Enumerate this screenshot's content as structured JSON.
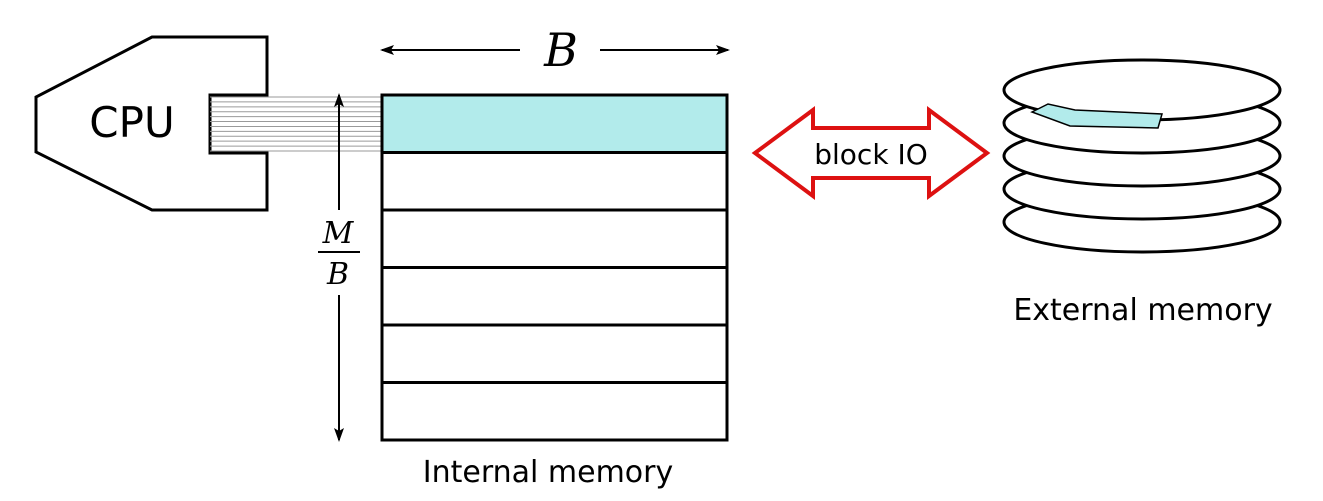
{
  "cpu": {
    "label": "CPU"
  },
  "internal_memory": {
    "label": "Internal memory",
    "block_count": 6,
    "highlighted_block": 1,
    "width_symbol": "B",
    "height_symbol": {
      "numerator": "M",
      "denominator": "B"
    }
  },
  "transfer": {
    "label": "block IO"
  },
  "external_memory": {
    "label": "External memory",
    "platter_count": 5
  },
  "colors": {
    "stroke": "#000000",
    "highlight": "#b2ebeb",
    "transfer_arrow": "#dd1111",
    "bus_lines": "#9a9a9a"
  }
}
